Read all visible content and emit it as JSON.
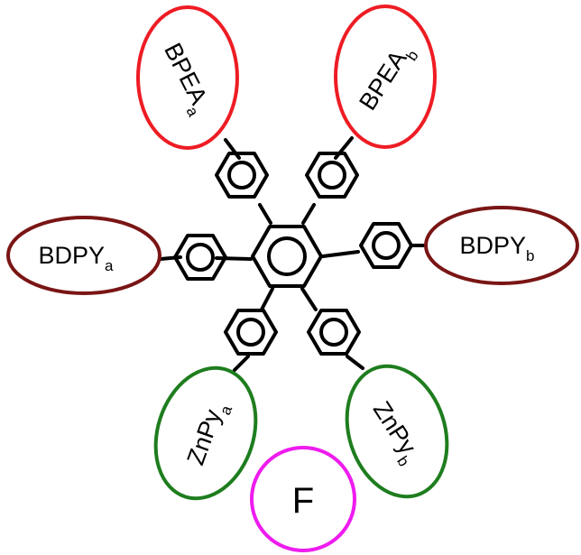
{
  "colors": {
    "bpea": "#ee1c24",
    "bdpy": "#7a1515",
    "znpy": "#1e7d1e",
    "f": "#ee1cee",
    "bond": "#000000"
  },
  "units": [
    {
      "id": "bpea-a",
      "main": "BPEA",
      "sub": "a"
    },
    {
      "id": "bpea-b",
      "main": "BPEA",
      "sub": "b"
    },
    {
      "id": "bdpy-a",
      "main": "BDPY",
      "sub": "a"
    },
    {
      "id": "bdpy-b",
      "main": "BDPY",
      "sub": "b"
    },
    {
      "id": "znpy-a",
      "main": "ZnPy",
      "sub": "a"
    },
    {
      "id": "znpy-b",
      "main": "ZnPy",
      "sub": "b"
    }
  ],
  "free_label": "F"
}
